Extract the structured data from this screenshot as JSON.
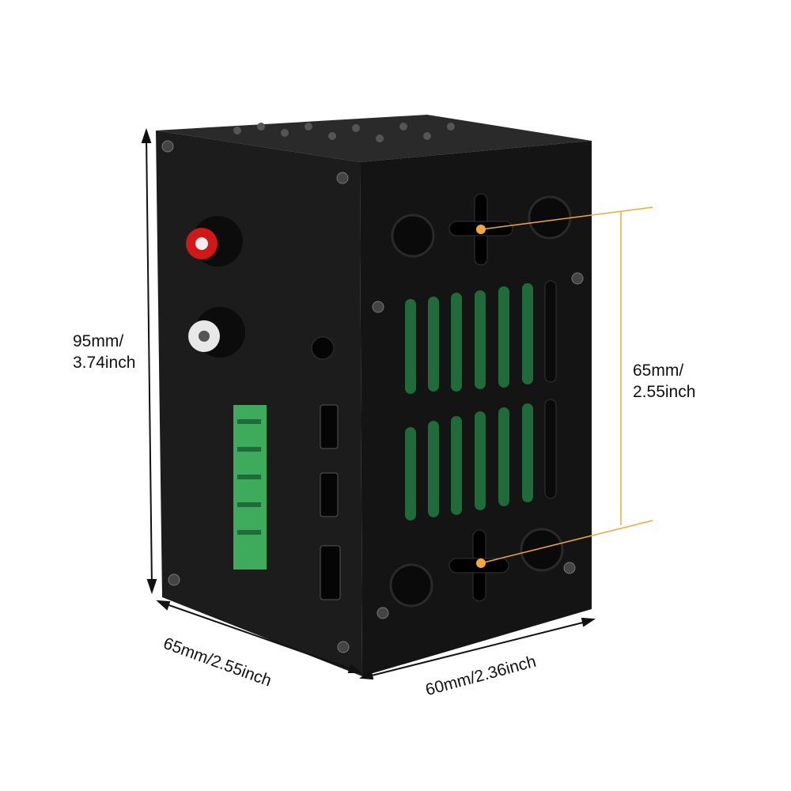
{
  "dimensions": {
    "height": {
      "line1": "95mm/",
      "line2": "3.74inch"
    },
    "mount_spacing": {
      "line1": "65mm/",
      "line2": "2.55inch"
    },
    "depth": "65mm/2.55inch",
    "width": "60mm/2.36inch"
  },
  "colors": {
    "case": "#1a1a1a",
    "pcb": "#1f6b3a",
    "terminal": "#3daa5c",
    "guide_line": "#f2a93b",
    "rca_red": "#d01818"
  }
}
